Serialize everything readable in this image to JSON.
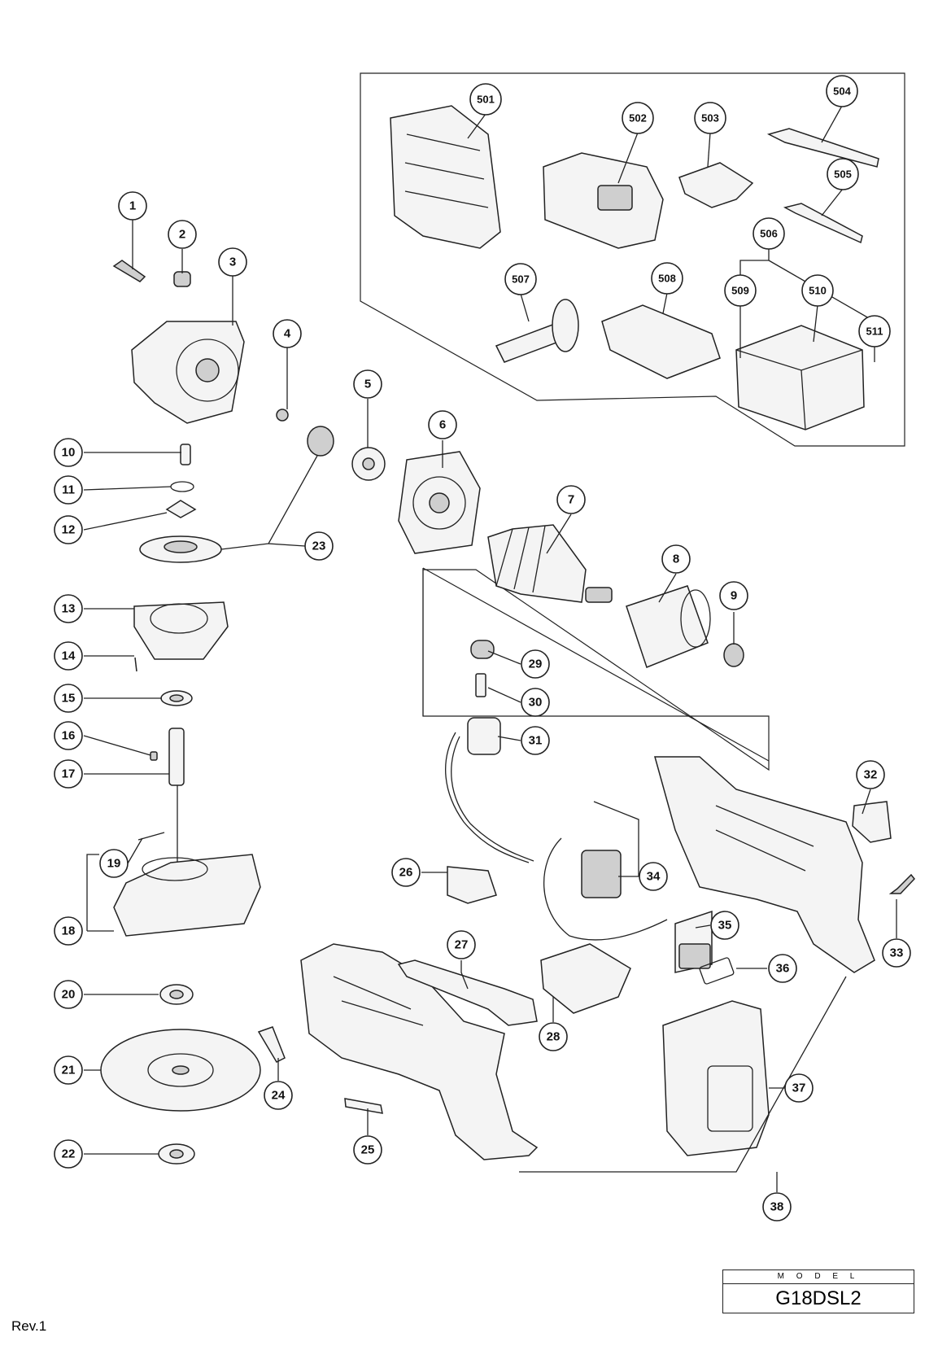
{
  "model": {
    "label": "M O D E L",
    "name": "G18DSL2"
  },
  "revision": "Rev.1",
  "callouts": [
    "1",
    "2",
    "3",
    "4",
    "5",
    "6",
    "7",
    "8",
    "9",
    "10",
    "11",
    "12",
    "13",
    "14",
    "15",
    "16",
    "17",
    "18",
    "19",
    "20",
    "21",
    "22",
    "23",
    "24",
    "25",
    "26",
    "27",
    "28",
    "29",
    "30",
    "31",
    "32",
    "33",
    "34",
    "35",
    "36",
    "37",
    "38",
    "501",
    "502",
    "503",
    "504",
    "505",
    "506",
    "507",
    "508",
    "509",
    "510",
    "511"
  ]
}
